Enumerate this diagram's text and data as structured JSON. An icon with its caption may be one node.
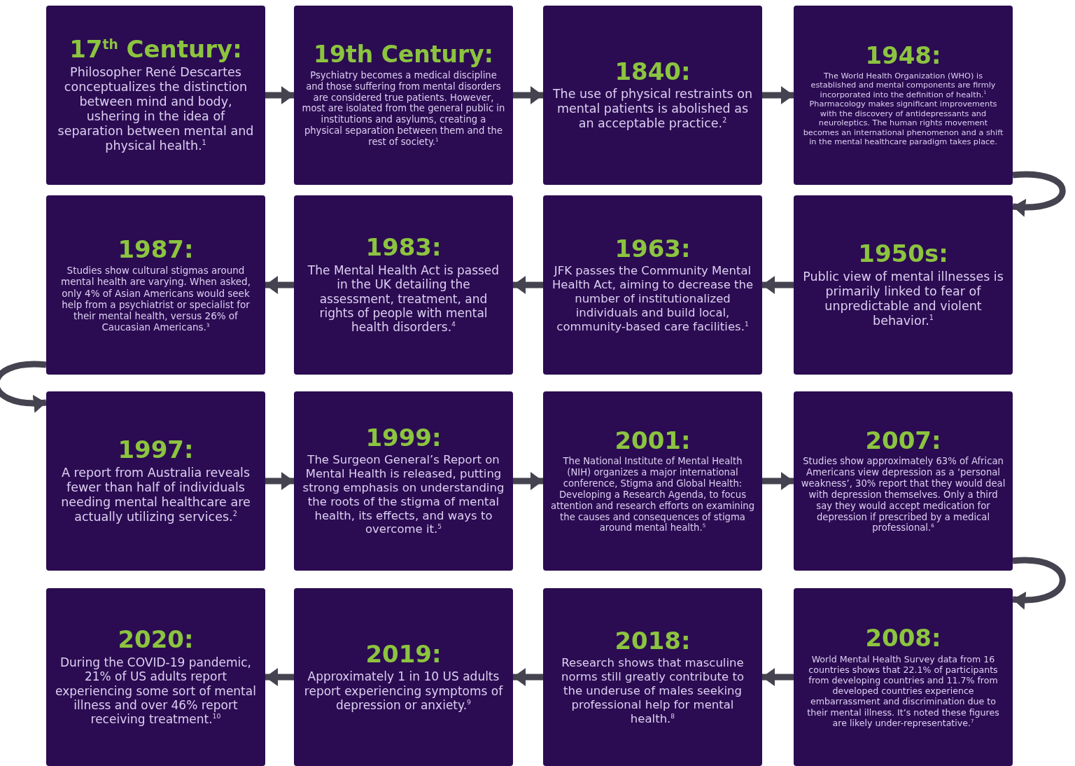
{
  "diagram": {
    "nodes": [
      {
        "text": [
          "17$^{th}$ Century:",
          "Philosopher René Descartes conceptualizes the distinction between mind and body, ushering in the idea of separation between mental and physical health.$^{1}$"
        ]
      },
      {
        "text": [
          "19th Century:",
          "Psychiatry becomes a medical discipline and those suffering from mental disorders are considered true patients. However, most are isolated from the general public in institutions and asylums, creating a physical separation between them and the rest of society.$^{1}$"
        ]
      },
      {
        "text": [
          "1840:",
          "The use of physical restraints on mental patients is abolished as an acceptable practice.$^{2}$"
        ]
      },
      {
        "text": [
          "1948:",
          "The World Health Organization (WHO) is established and mental components are firmly incorporated into the definition of health.$^{1}$ Pharmacology makes significant improvements with the discovery of antidepressants and neuroleptics. The human rights movement becomes an international phenomenon and a shift in the mental healthcare paradigm takes place."
        ]
      },
      {
        "text": [
          "1987:",
          "Studies show cultural stigmas around mental health are varying. When asked, only 4% of Asian Americans would seek help from a psychiatrist or specialist for their mental health, versus 26% of Caucasian Americans.$^{3}$"
        ]
      },
      {
        "text": [
          "1983:",
          "The Mental Health Act is passed in the UK detailing the assessment, treatment, and rights of people with mental health disorders.$^{4}$"
        ]
      },
      {
        "text": [
          "1963:",
          "JFK passes the Community Mental Health Act, aiming to decrease the number of institutionalized individuals and build local, community-based care facilities.$^{1}$"
        ]
      },
      {
        "text": [
          "1950s:",
          "Public view of mental illnesses is primarily linked to fear of unpredictable and violent behavior.$^{1}$"
        ]
      },
      {
        "text": [
          "1997:",
          "A report from Australia reveals fewer than half of individuals needing mental healthcare are actually utilizing services.$^{2}$"
        ]
      },
      {
        "text": [
          "1999:",
          "The Surgeon General’s Report on Mental Health is released, putting strong emphasis on understanding the roots of the stigma of mental health, its effects, and ways to overcome it.$^{5}$"
        ]
      },
      {
        "text": [
          "2001:",
          "The National Institute of Mental Health (NIH) organizes a major international conference, Stigma and Global Health: Developing a Research Agenda, to focus attention and research efforts on examining the causes and consequences of stigma around mental health.$^{5}$"
        ]
      },
      {
        "text": [
          "2007:",
          "Studies show approximately 63% of African Americans view depression as a ‘personal weakness’, 30% report that they would deal with depression themselves. Only a third say they would accept medication for depression if prescribed by a medical professional.$^{6}$"
        ]
      },
      {
        "text": [
          "2020:",
          "During the COVID-19 pandemic, 21% of US adults report experiencing some sort of mental illness and over 46% report receiving treatment.$^{10}$"
        ]
      },
      {
        "text": [
          "2019:",
          "Approximately 1 in 10 US adults report experiencing symptoms of depression or anxiety.$^{9}$"
        ]
      },
      {
        "text": [
          "2018:",
          "Research shows that masculine norms still greatly contribute to the underuse of males seeking professional help for mental health.$^{8}$"
        ]
      },
      {
        "text": [
          "2008:",
          "World Mental Health Survey data from 16 countries shows that 22.1% of participants from developing countries and 11.7% from developed countries experience embarrassment and discrimination due to their mental illness. It’s noted these figures are likely under-representative.$^{7}$"
        ]
      }
    ],
    "edges": [
      {
        "from": 0,
        "to": 1,
        "arrow": "to"
      },
      {
        "from": 1,
        "to": 2,
        "arrow": "to"
      },
      {
        "from": 2,
        "to": 3,
        "arrow": "to"
      },
      {
        "from": 3,
        "to": 7,
        "arrow": "to"
      },
      {
        "from": 7,
        "to": 6,
        "arrow": "to"
      },
      {
        "from": 6,
        "to": 5,
        "arrow": "to"
      },
      {
        "from": 5,
        "to": 4,
        "arrow": "to"
      },
      {
        "from": 4,
        "to": 8,
        "arrow": "to"
      },
      {
        "from": 8,
        "to": 9,
        "arrow": "to"
      },
      {
        "from": 9,
        "to": 10,
        "arrow": "to"
      },
      {
        "from": 10,
        "to": 11,
        "arrow": "to"
      },
      {
        "from": 11,
        "to": 15,
        "arrow": "to"
      },
      {
        "from": 15,
        "to": 14,
        "arrow": "to"
      },
      {
        "from": 14,
        "to": 13,
        "arrow": "to"
      },
      {
        "from": 13,
        "to": 12,
        "arrow": "to"
      }
    ]
  }
}
